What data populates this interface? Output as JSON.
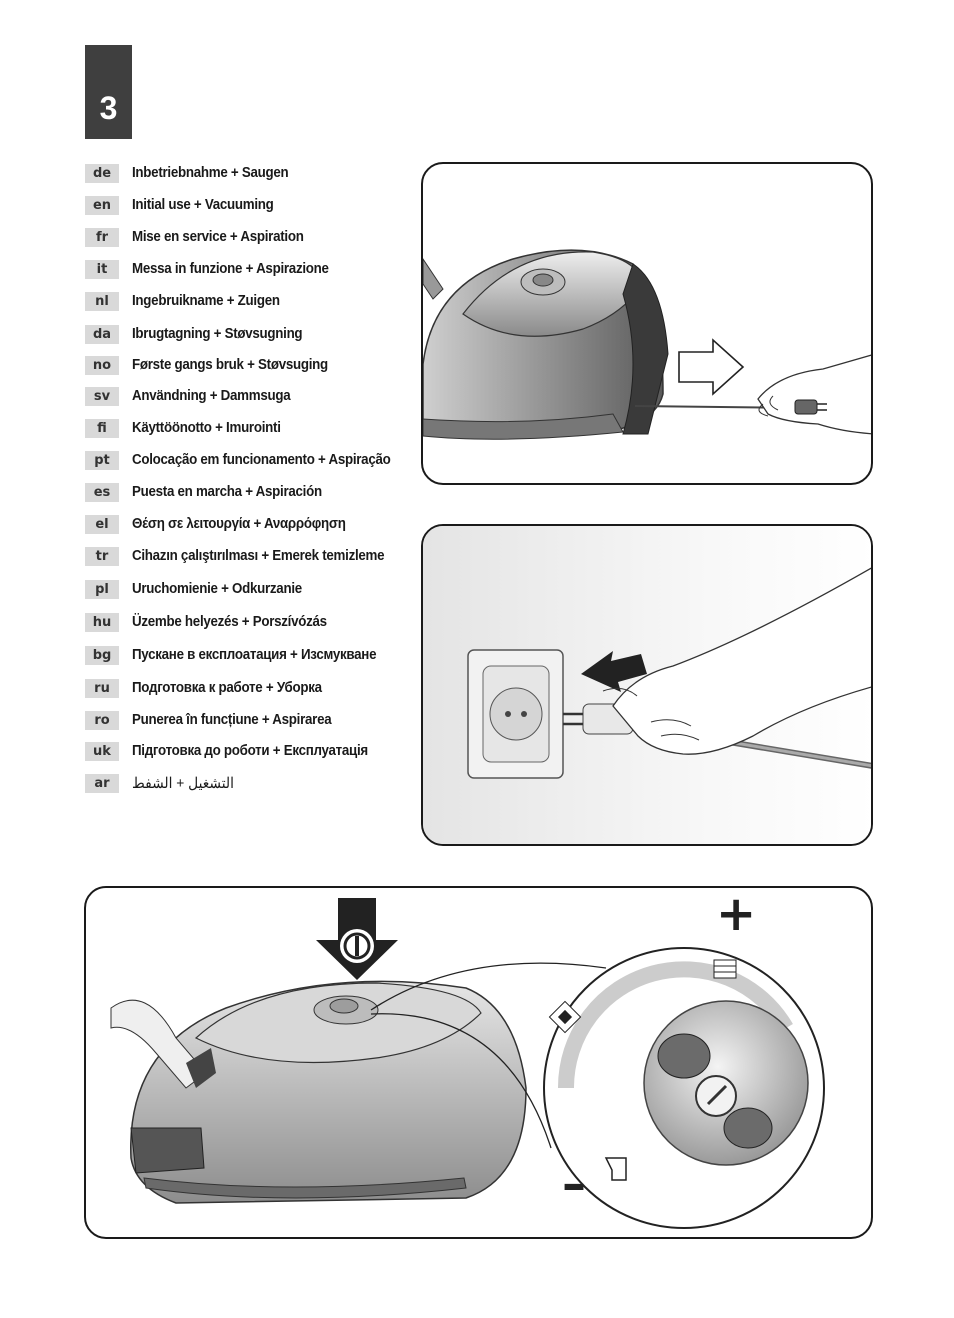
{
  "step": {
    "number": "3"
  },
  "languages": [
    {
      "code": "de",
      "text": "Inbetriebnahme + Saugen"
    },
    {
      "code": "en",
      "text": "Initial use + Vacuuming"
    },
    {
      "code": "fr",
      "text": "Mise en service + Aspiration"
    },
    {
      "code": "it",
      "text": "Messa in funzione + Aspirazione"
    },
    {
      "code": "nl",
      "text": "Ingebruikname + Zuigen"
    },
    {
      "code": "da",
      "text": "Ibrugtagning + Støvsugning"
    },
    {
      "code": "no",
      "text": "Første gangs bruk + Støvsuging"
    },
    {
      "code": "sv",
      "text": "Användning + Dammsuga"
    },
    {
      "code": "fi",
      "text": "Käyttöönotto + Imurointi"
    },
    {
      "code": "pt",
      "text": "Colocação em funcionamento + Aspiração"
    },
    {
      "code": "es",
      "text": "Puesta en marcha + Aspiración"
    },
    {
      "code": "el",
      "text": "Θέση σε λειτουργία + Αναρρόφηση"
    },
    {
      "code": "tr",
      "text": "Cihazın çalıştırılması + Emerek temizleme"
    },
    {
      "code": "pl",
      "text": "Uruchomienie + Odkurzanie"
    },
    {
      "code": "hu",
      "text": "Üzembe helyezés + Porszívózás"
    },
    {
      "code": "bg",
      "text": "Пускане в експлоатация + Изсмукване"
    },
    {
      "code": "ru",
      "text": "Подготовка к работе + Уборка"
    },
    {
      "code": "ro",
      "text": "Punerea în funcțiune + Aspirarea"
    },
    {
      "code": "uk",
      "text": "Підготовка до роботи + Експлуатація"
    },
    {
      "code": "ar",
      "text": "التشغيل + الشفط"
    }
  ],
  "illustrations": {
    "power_plus": "+",
    "power_minus": "–"
  },
  "colors": {
    "badge": "#3f3f3f",
    "code_bg": "#d9d9d9",
    "ink": "#1a1a1a"
  }
}
